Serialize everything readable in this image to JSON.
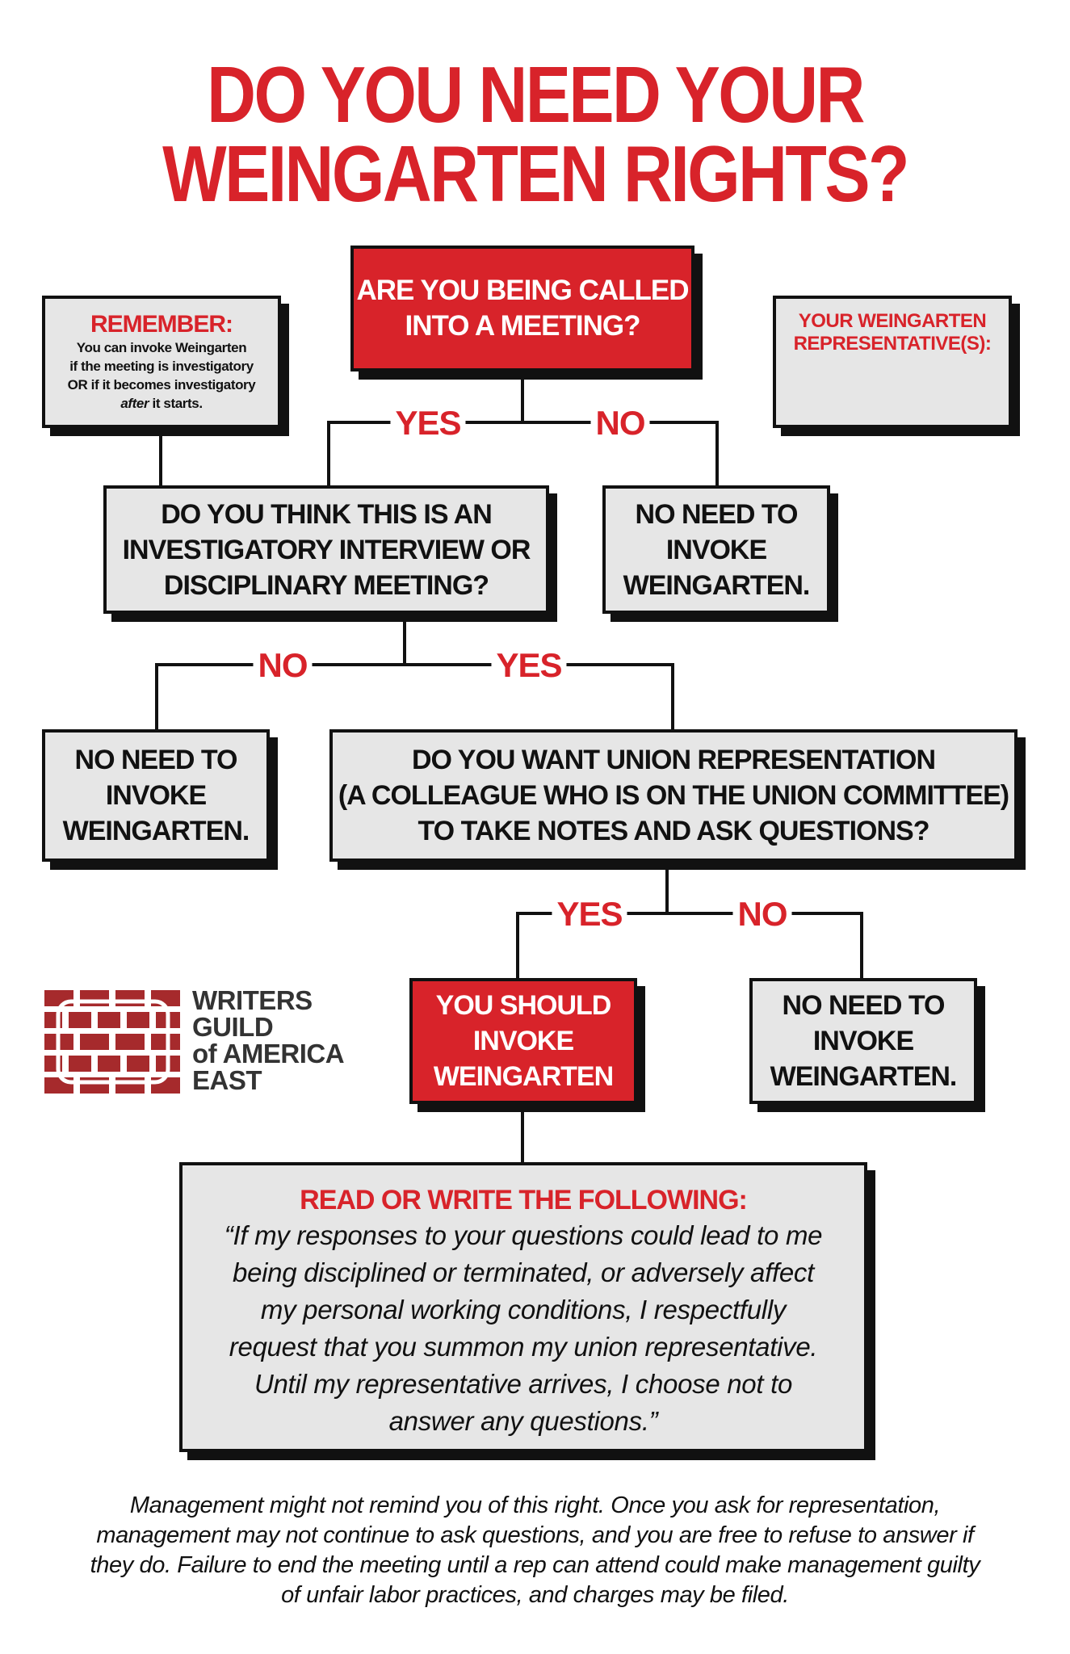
{
  "colors": {
    "accent_red": "#d8232a",
    "box_gray": "#e6e6e6",
    "ink": "#111111"
  },
  "title": {
    "line1": "DO YOU NEED YOUR",
    "line2": "WEINGARTEN RIGHTS?"
  },
  "remember": {
    "heading": "REMEMBER:",
    "line1": "You can invoke Weingarten",
    "line2": "if the meeting is investigatory",
    "line3": "OR if it becomes investigatory",
    "line4_em": "after",
    "line4_rest": " it starts."
  },
  "representatives": {
    "line1": "YOUR WEINGARTEN",
    "line2": "REPRESENTATIVE(S):"
  },
  "q1": {
    "line1": "ARE YOU BEING CALLED",
    "line2": "INTO A MEETING?"
  },
  "q2": {
    "line1": "DO YOU THINK THIS IS AN",
    "line2": "INVESTIGATORY INTERVIEW OR",
    "line3": "DISCIPLINARY MEETING?"
  },
  "q3": {
    "line1": "DO YOU WANT UNION REPRESENTATION",
    "line2": "(A COLLEAGUE WHO IS ON THE UNION COMMITTEE)",
    "line3": "TO TAKE NOTES AND ASK QUESTIONS?"
  },
  "no_need": {
    "line1": "NO NEED TO",
    "line2": "INVOKE",
    "line3": "WEINGARTEN."
  },
  "invoke": {
    "line1": "YOU SHOULD",
    "line2": "INVOKE",
    "line3": "WEINGARTEN"
  },
  "labels": {
    "yes": "YES",
    "no": "NO"
  },
  "statement": {
    "heading": "READ OR WRITE THE FOLLOWING:",
    "lines": [
      "“If my responses to your questions could lead to me",
      "being disciplined or terminated, or adversely affect",
      "my personal working conditions, I respectfully",
      "request that you summon my union representative.",
      "Until my representative arrives, I choose not to",
      "answer any questions.”"
    ]
  },
  "logo": {
    "line1": "WRITERS",
    "line2": "GUILD",
    "line3": "of AMERICA",
    "line4": "EAST"
  },
  "footer": {
    "lines": [
      "Management might not remind you of this right. Once you ask for representation,",
      "management may not continue to ask questions, and you are free to refuse to answer if",
      "they do. Failure to end the meeting until a rep can attend could make management guilty",
      "of unfair labor practices, and charges may be filed."
    ]
  }
}
